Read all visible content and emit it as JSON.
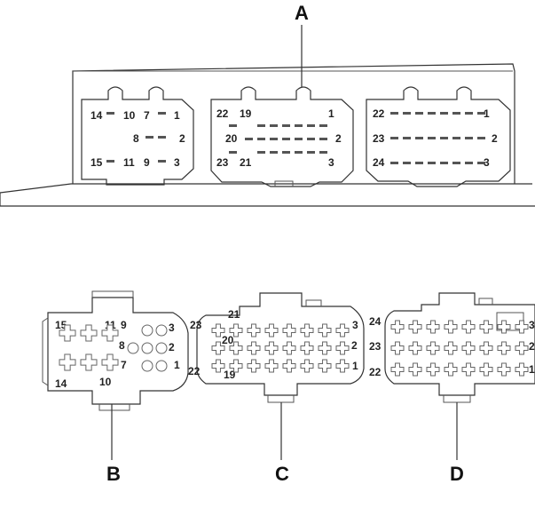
{
  "callouts": {
    "a": "A",
    "b": "B",
    "c": "C",
    "d": "D"
  },
  "control_unit": {
    "connector_b": {
      "p14": "14",
      "p10": "10",
      "p7": "7",
      "p1": "1",
      "p8": "8",
      "p2": "2",
      "p15": "15",
      "p11": "11",
      "p9": "9",
      "p3": "3"
    },
    "connector_c": {
      "p22": "22",
      "p19": "19",
      "p1": "1",
      "p20": "20",
      "p2": "2",
      "p23": "23",
      "p21": "21",
      "p3": "3"
    },
    "connector_d": {
      "p22": "22",
      "p1": "1",
      "p23": "23",
      "p2": "2",
      "p24": "24",
      "p3": "3"
    }
  },
  "plug_b": {
    "p15": "15",
    "p11": "11",
    "p9": "9",
    "p3": "3",
    "p8": "8",
    "p2": "2",
    "p7": "7",
    "p1": "1",
    "p14": "14",
    "p10": "10"
  },
  "plug_c": {
    "p23": "23",
    "p21": "21",
    "p3": "3",
    "p20": "20",
    "p2": "2",
    "p22": "22",
    "p19": "19",
    "p1": "1"
  },
  "plug_d": {
    "p24": "24",
    "p3": "3",
    "p23": "23",
    "p2": "2",
    "p22": "22",
    "p1": "1"
  }
}
